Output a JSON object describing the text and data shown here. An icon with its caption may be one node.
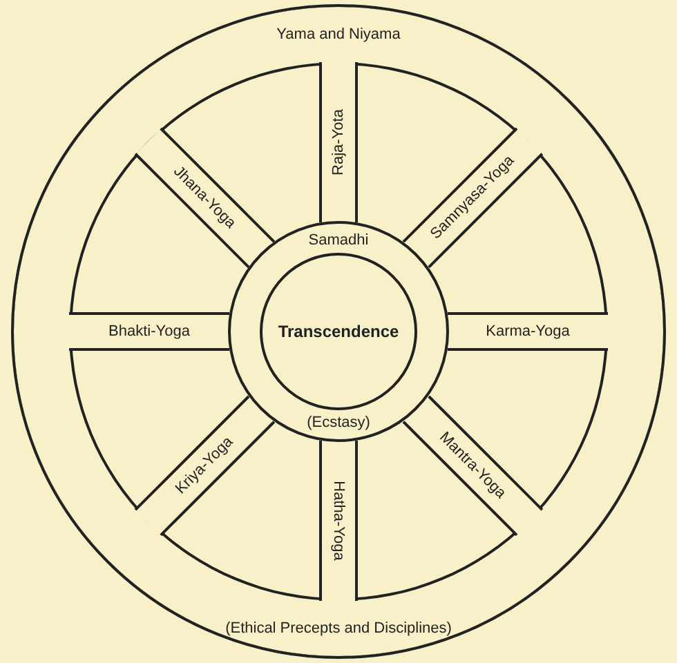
{
  "diagram": {
    "nodes": [
      {
        "text": [
          "Yama and Niyama",
          "(Ethical Precepts and Disciplines)"
        ]
      },
      {
        "text": [
          "Samadhi",
          "(Ecstasy)"
        ],
        "in": 0
      },
      {
        "text": [
          "Transcendence"
        ],
        "in": 1
      },
      {
        "text": [
          "Raja-Yota"
        ],
        "in": 0
      },
      {
        "text": [
          "Jhana-Yoga"
        ],
        "in": 0
      },
      {
        "text": [
          "Samnyasa-Yoga"
        ],
        "in": 0
      },
      {
        "text": [
          "Bhakti-Yoga"
        ],
        "in": 0
      },
      {
        "text": [
          "Karma-Yoga"
        ],
        "in": 0
      },
      {
        "text": [
          "Kriya-Yoga"
        ],
        "in": 0
      },
      {
        "text": [
          "Mantra-Yoga"
        ],
        "in": 0
      },
      {
        "text": [
          "Hatha-Yoga"
        ],
        "in": 0
      }
    ]
  }
}
